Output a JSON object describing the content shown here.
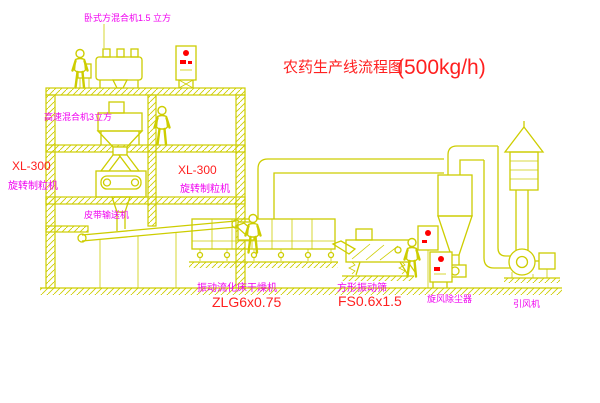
{
  "title": {
    "prefix": "农药生产线流程图",
    "capacity": "(500kg/h)"
  },
  "labels": {
    "horizontal_mixer": "卧式方混合机1.5 立方",
    "high_speed_mixer": "高速混合机3立方",
    "granulator_model": "XL-300",
    "granulator_name": "旋转制粒机",
    "belt_conveyor": "皮带输送机",
    "fluid_bed_dryer": "振动流化床干燥机",
    "fluid_bed_dryer_model": "ZLG6x0.75",
    "vibrating_screen": "方形振动筛",
    "vibrating_screen_model": "FS0.6x1.5",
    "cyclone_dust_collector": "旋风除尘器",
    "induced_draft_fan": "引风机"
  },
  "colors": {
    "background": "#ffffff",
    "line": "#cdcd00",
    "label": "#f000f0",
    "model": "#ff2020",
    "indicator": "#ff0000"
  },
  "figures": {
    "person_count": 4,
    "control_cabinet_count": 3
  }
}
